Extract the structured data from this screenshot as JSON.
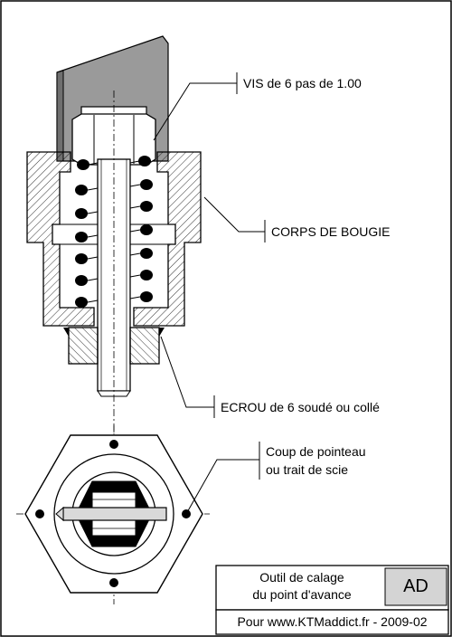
{
  "callouts": {
    "screw": "VIS de 6 pas de 1.00",
    "body": "CORPS DE BOUGIE",
    "nut": "ECROU de 6 soudé ou collé",
    "mark_line1": "Coup de pointeau",
    "mark_line2": "ou trait de scie"
  },
  "title_block": {
    "title_line1": "Outil de calage",
    "title_line2": "du point d'avance",
    "code": "AD",
    "footer": "Pour www.KTMaddict.fr - 2009-02"
  }
}
